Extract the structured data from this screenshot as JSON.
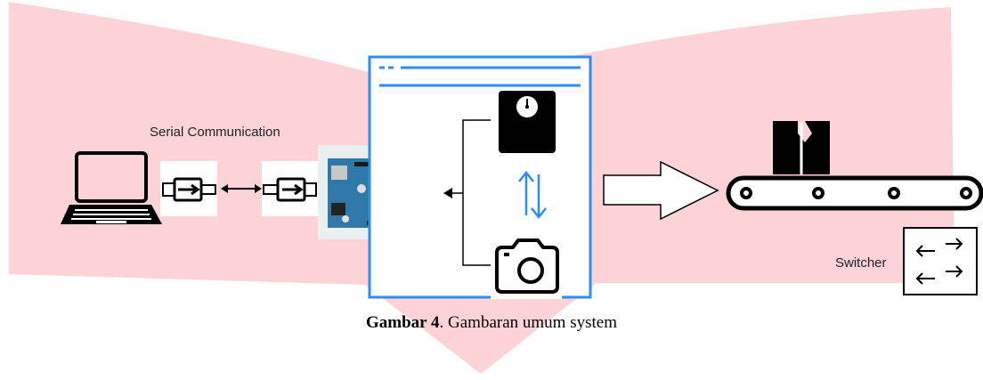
{
  "diagram": {
    "labels": {
      "serial": "Serial Communication",
      "switcher": "Switcher"
    },
    "caption": {
      "bold": "Gambar 4",
      "rest": ". Gambaran umum system"
    },
    "colors": {
      "background_shape": "#fcd3d6",
      "window_border": "#2a8ef5",
      "board": "#2f79a8",
      "sync_arrow": "#2a8ef5"
    },
    "icons": [
      "laptop-icon",
      "usb-plug-icon",
      "arduino-board-icon",
      "scale-icon",
      "camera-icon",
      "sync-arrows-icon",
      "big-right-arrow-icon",
      "boxes-icon",
      "conveyor-belt-icon",
      "switch-arrows-icon"
    ]
  }
}
